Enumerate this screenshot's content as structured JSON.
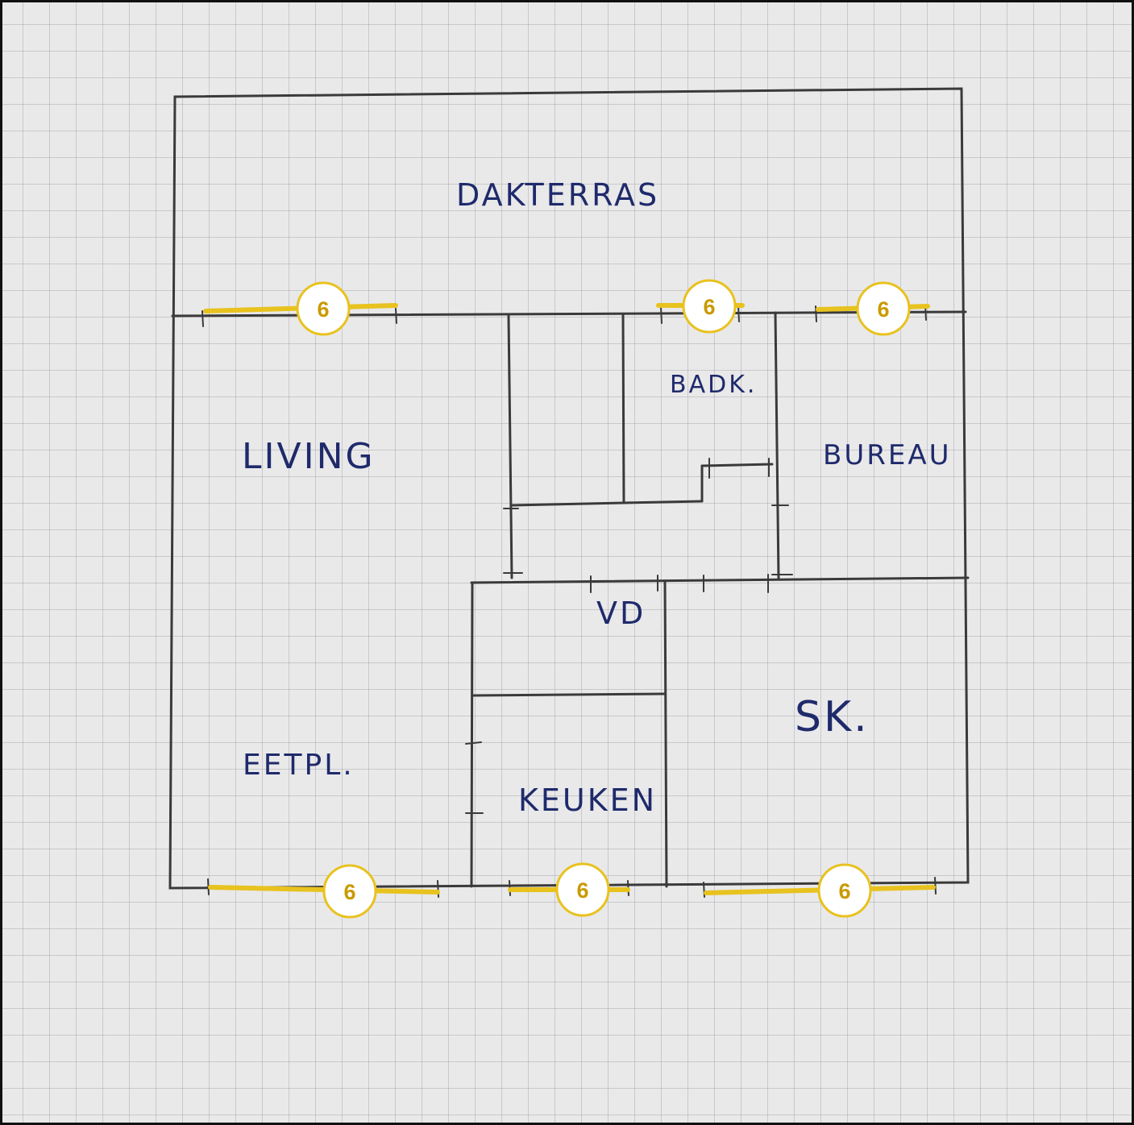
{
  "rooms": {
    "dakterras": "DAKTERRAS",
    "badk": "BADK.",
    "living": "LIVING",
    "bureau": "BUREAU",
    "vd": "VD",
    "sk": "SK.",
    "eetpl": "EETPL.",
    "keuken": "KEUKEN"
  },
  "window_markers": [
    "6",
    "6",
    "6",
    "6",
    "6",
    "6"
  ],
  "colors": {
    "paper": "#e9e9ea",
    "grid": "#8c8c96",
    "ink_walls": "#3a3a3a",
    "ink_labels": "#1f2a6b",
    "marker_yellow": "#e8c21e",
    "badge_fill": "#ffffff"
  }
}
